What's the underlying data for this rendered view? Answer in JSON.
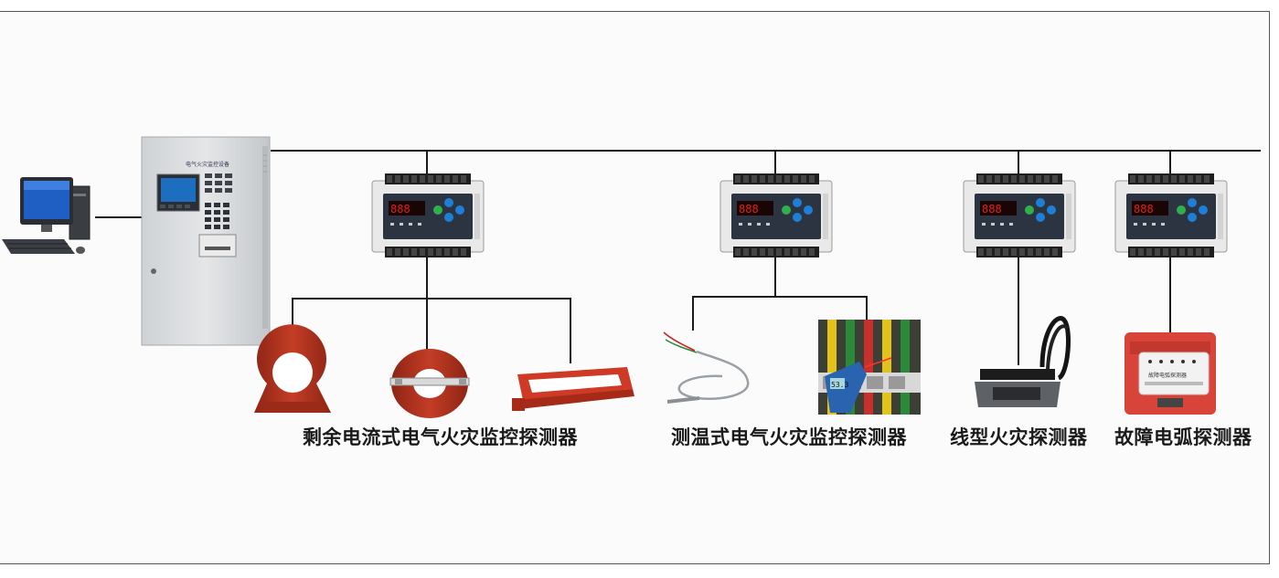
{
  "cabinet": {
    "title": "电气火灾监控设备"
  },
  "groups": [
    {
      "label": "剩余电流式电气火灾监控探测器"
    },
    {
      "label": "测温式电气火灾监控探测器"
    },
    {
      "label": "线型火灾探测器"
    },
    {
      "label": "故障电弧探测器"
    }
  ],
  "arc_detector": {
    "caption": "故障电弧探测器"
  },
  "thermometer": {
    "reading": "53.3"
  },
  "colors": {
    "line": "#1a1a1a",
    "ct_red": "#b5331f",
    "module_body": "#e8e8e8",
    "module_panel": "#2c3442",
    "display_red": "#e02020",
    "button_blue": "#1d7fd6",
    "button_green": "#2fb04a",
    "cabinet": "#d9dcdf",
    "arc_red": "#d8443a"
  }
}
